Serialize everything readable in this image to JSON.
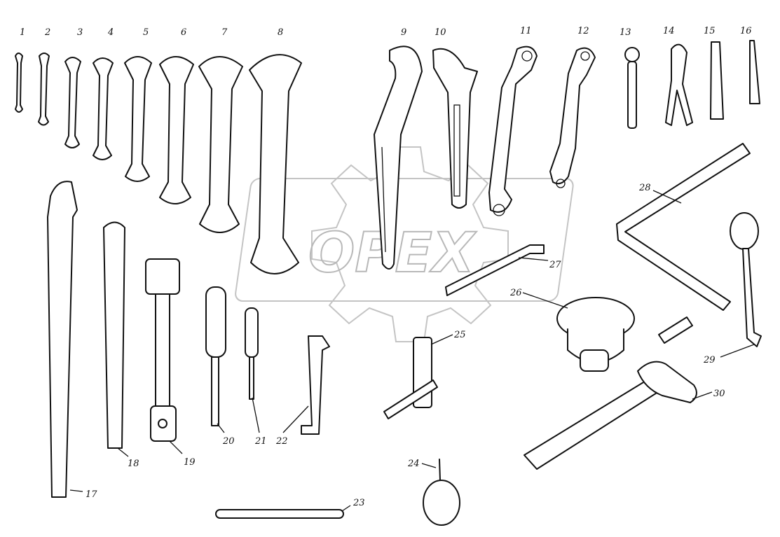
{
  "watermark": "OPEX",
  "colors": {
    "line": "#111111",
    "watermark": "#b8b8b8",
    "background": "#ffffff"
  },
  "labels": [
    "1",
    "2",
    "3",
    "4",
    "5",
    "6",
    "7",
    "8",
    "9",
    "10",
    "11",
    "12",
    "13",
    "14",
    "15",
    "16",
    "17",
    "18",
    "19",
    "20",
    "21",
    "22",
    "23",
    "24",
    "25",
    "26",
    "27",
    "28",
    "29",
    "30"
  ]
}
